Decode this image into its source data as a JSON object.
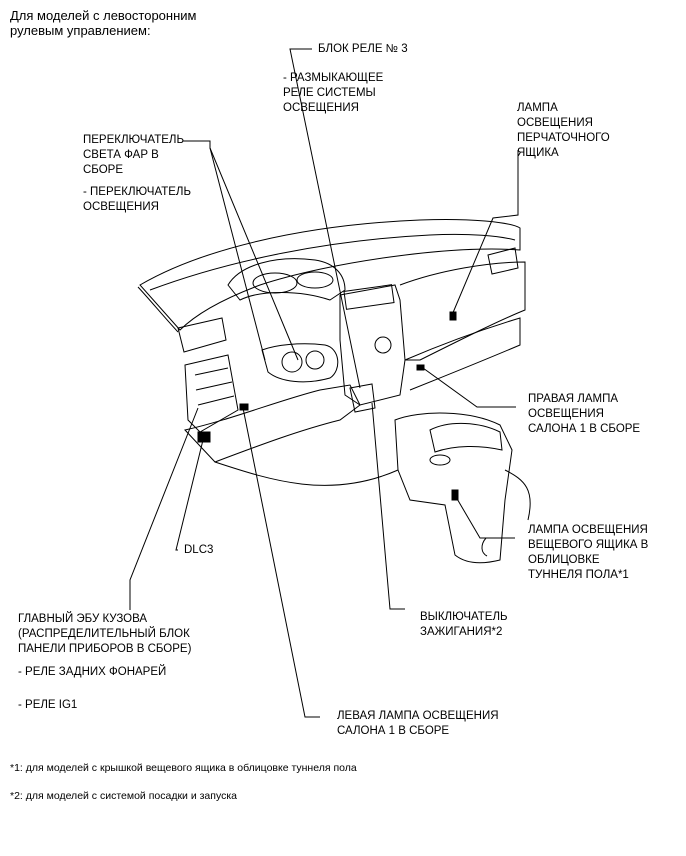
{
  "header": {
    "line1": "Для моделей с левосторонним",
    "line2": "рулевым управлением:"
  },
  "labels": {
    "relay_block": "БЛОК РЕЛЕ № 3",
    "relay_block_sub1": "- РАЗМЫКАЮЩЕЕ",
    "relay_block_sub2": "РЕЛЕ СИСТЕМЫ",
    "relay_block_sub3": "ОСВЕЩЕНИЯ",
    "glovebox_lamp1": "ЛАМПА",
    "glovebox_lamp2": "ОСВЕЩЕНИЯ",
    "glovebox_lamp3": "ПЕРЧАТОЧНОГО",
    "glovebox_lamp4": "ЯЩИКА",
    "headlight_switch1": "ПЕРЕКЛЮЧАТЕЛЬ",
    "headlight_switch2": "СВЕТА ФАР В",
    "headlight_switch3": "СБОРЕ",
    "headlight_switch_sub1": "- ПЕРЕКЛЮЧАТЕЛЬ",
    "headlight_switch_sub2": "ОСВЕЩЕНИЯ",
    "right_lamp1": "ПРАВАЯ ЛАМПА",
    "right_lamp2": "ОСВЕЩЕНИЯ",
    "right_lamp3": "САЛОНА 1 В СБОРЕ",
    "console_lamp1": "ЛАМПА ОСВЕЩЕНИЯ",
    "console_lamp2": "ВЕЩЕВОГО ЯЩИКА В",
    "console_lamp3": "ОБЛИЦОВКЕ",
    "console_lamp4": "ТУННЕЛЯ ПОЛА*1",
    "dlc3": "DLC3",
    "main_ecu1": "ГЛАВНЫЙ ЭБУ КУЗОВА",
    "main_ecu2": "(РАСПРЕДЕЛИТЕЛЬНЫЙ БЛОК",
    "main_ecu3": "ПАНЕЛИ ПРИБОРОВ В СБОРЕ)",
    "main_ecu_sub1": "- РЕЛЕ ЗАДНИХ ФОНАРЕЙ",
    "main_ecu_sub2": "- РЕЛЕ IG1",
    "ignition1": "ВЫКЛЮЧАТЕЛЬ",
    "ignition2": "ЗАЖИГАНИЯ*2",
    "left_lamp1": "ЛЕВАЯ ЛАМПА ОСВЕЩЕНИЯ",
    "left_lamp2": "САЛОНА 1 В СБОРЕ"
  },
  "footnotes": {
    "note1": "*1: для моделей с крышкой вещевого ящика в облицовке туннеля пола",
    "note2": "*2: для моделей с системой посадки и запуска"
  }
}
